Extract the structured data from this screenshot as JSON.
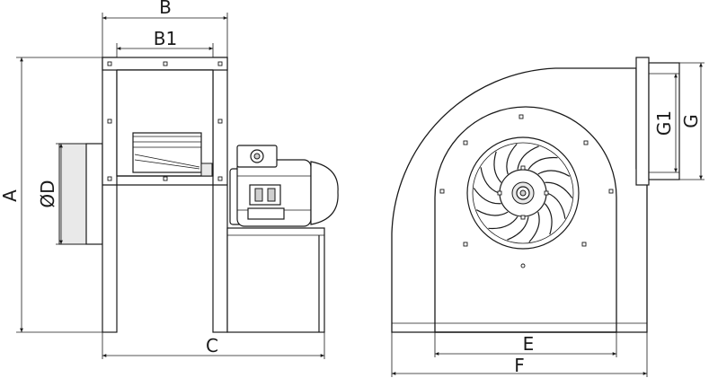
{
  "dimensions": {
    "a": "A",
    "b": "B",
    "b1": "B1",
    "c": "C",
    "d": "ØD",
    "e": "E",
    "f": "F",
    "g": "G",
    "g1": "G1"
  }
}
